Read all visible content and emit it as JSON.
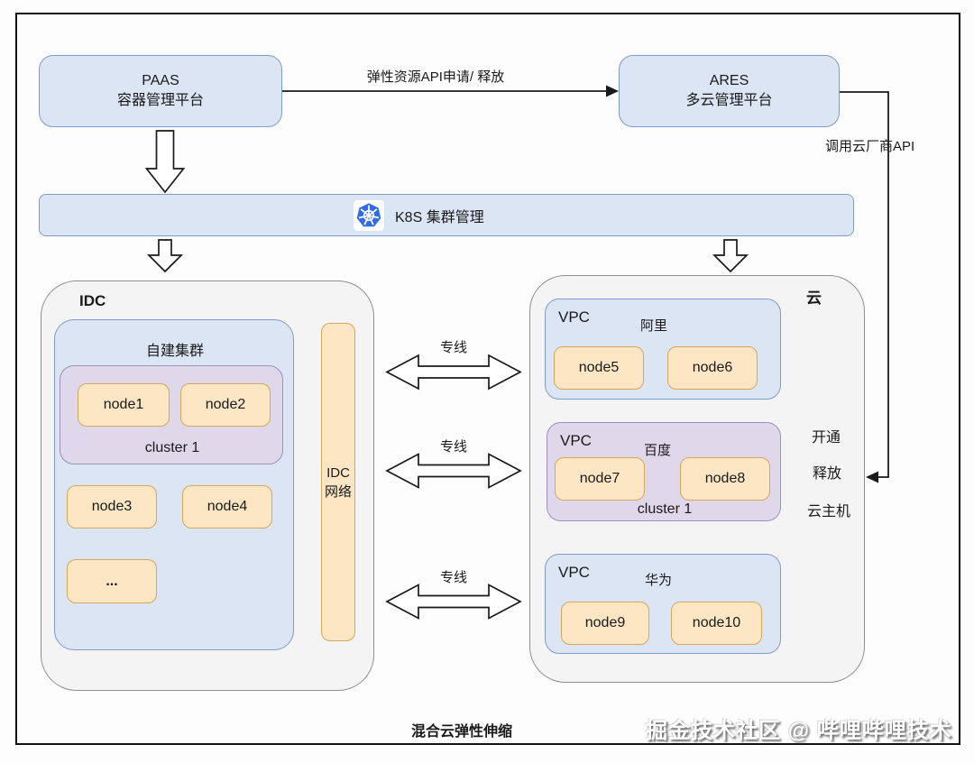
{
  "colors": {
    "blue_fill": "#dbe5f4",
    "blue_border": "#7f9cc9",
    "purple_fill": "#ded8ea",
    "purple_border": "#9c8ec3",
    "orange_fill": "#fce6c3",
    "orange_border": "#d8a75c",
    "gray_fill": "#f4f4f5",
    "gray_border": "#8f8f8f",
    "k8s_blue": "#326ce5"
  },
  "paas": {
    "line1": "PAAS",
    "line2": "容器管理平台"
  },
  "ares": {
    "line1": "ARES",
    "line2": "多云管理平台"
  },
  "labels": {
    "api_request": "弹性资源API申请/ 释放",
    "vendor_api": "调用云厂商API",
    "caption": "混合云弹性伸缩",
    "watermark": "掘金技术社区 @ 哔哩哔哩技术"
  },
  "k8s": {
    "label": "K8S 集群管理",
    "icon": "kubernetes-icon"
  },
  "idc": {
    "title": "IDC",
    "self_built": {
      "title": "自建集群",
      "cluster": {
        "label": "cluster 1",
        "nodes": [
          "node1",
          "node2"
        ]
      },
      "standalone_nodes": [
        "node3",
        "node4"
      ],
      "more": "..."
    },
    "network": {
      "line1": "IDC",
      "line2": "网络"
    }
  },
  "cloud": {
    "title": "云",
    "vpcs": [
      {
        "label": "VPC",
        "provider": "阿里",
        "nodes": [
          "node5",
          "node6"
        ]
      },
      {
        "label": "VPC",
        "provider": "百度",
        "nodes": [
          "node7",
          "node8"
        ],
        "cluster_label": "cluster 1"
      },
      {
        "label": "VPC",
        "provider": "华为",
        "nodes": [
          "node9",
          "node10"
        ]
      }
    ]
  },
  "connections": {
    "dedicated_line_labels": [
      "专线",
      "专线",
      "专线"
    ]
  },
  "side_labels": {
    "open": "开通",
    "release": "释放",
    "cloud_host": "云主机"
  }
}
